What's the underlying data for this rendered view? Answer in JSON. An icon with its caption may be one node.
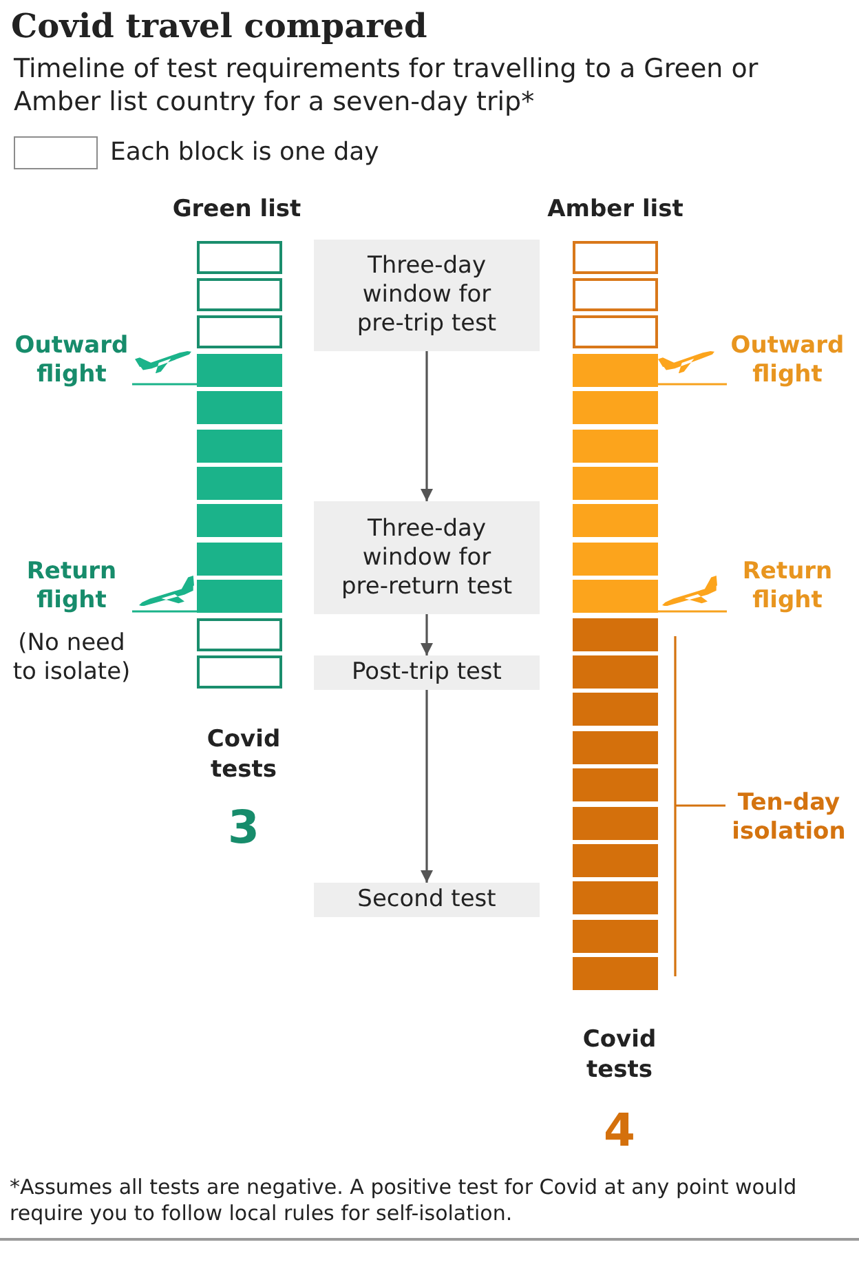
{
  "diagram": {
    "title": "Covid travel compared",
    "nodes": [
      {
        "text": [
          "Three-day window for pre-trip test"
        ]
      },
      {
        "text": [
          "Outward flight"
        ]
      },
      {
        "text": [
          "Outward flight"
        ]
      },
      {
        "text": [
          "Three-day window for pre-return test"
        ]
      },
      {
        "text": [
          "Return flight"
        ]
      },
      {
        "text": [
          "Return flight"
        ]
      },
      {
        "text": [
          "Post-trip test"
        ]
      },
      {
        "text": [
          "Second test"
        ]
      },
      {
        "text": [],
        "shape": "box"
      },
      {
        "text": [],
        "shape": "box"
      },
      {
        "text": [],
        "shape": "box"
      },
      {
        "text": [],
        "shape": "box"
      },
      {
        "text": [],
        "shape": "box"
      },
      {
        "text": [],
        "shape": "box"
      },
      {
        "text": [],
        "shape": "box"
      },
      {
        "text": [],
        "shape": "box"
      },
      {
        "text": [],
        "shape": "box"
      },
      {
        "text": [],
        "shape": "box"
      },
      {
        "text": [],
        "shape": "box"
      },
      {
        "text": [],
        "shape": "box"
      },
      {
        "text": [],
        "shape": "box"
      },
      {
        "text": [],
        "shape": "box"
      },
      {
        "text": [],
        "shape": "box"
      },
      {
        "text": [],
        "shape": "box"
      },
      {
        "text": [],
        "shape": "box"
      },
      {
        "text": [],
        "shape": "box"
      },
      {
        "text": [],
        "shape": "box"
      },
      {
        "text": [],
        "shape": "box"
      },
      {
        "text": [],
        "shape": "box"
      },
      {
        "text": [],
        "shape": "box"
      },
      {
        "text": [],
        "shape": "box"
      },
      {
        "text": [],
        "shape": "box"
      },
      {
        "text": [],
        "shape": "box"
      },
      {
        "text": [],
        "shape": "box"
      },
      {
        "text": [],
        "shape": "box"
      },
      {
        "text": [],
        "shape": "box"
      },
      {
        "text": [],
        "shape": "box"
      },
      {
        "text": [],
        "shape": "box"
      },
      {
        "text": [],
        "shape": "box"
      },
      {
        "text": [],
        "shape": "box"
      }
    ],
    "edges": [
      {
        "from": 0,
        "to": 3,
        "arrow": "to"
      },
      {
        "from": 3,
        "to": 6,
        "arrow": "to"
      },
      {
        "from": 6,
        "to": 7,
        "arrow": "to"
      },
      {
        "from": 1,
        "to": 11,
        "arrow": "none",
        "color": "#1bb38a"
      },
      {
        "from": 2,
        "to": 23,
        "arrow": "none",
        "color": "#f7a21e"
      },
      {
        "from": 4,
        "to": 17,
        "arrow": "none",
        "color": "#1bb38a"
      },
      {
        "from": 5,
        "to": 29,
        "arrow": "none",
        "color": "#f7a21e"
      }
    ],
    "labels": [
      "Timeline of test requirements for travelling to a Green or Amber list country for a seven-day trip*",
      "Green list",
      "Amber list",
      "(No need to isolate)",
      "Covid tests",
      "Ten-day isolation",
      "3",
      "Covid tests",
      "4",
      "*Assumes all tests are negative. A positive test for Covid at any point would require you to follow local rules for self-isolation."
    ],
    "legend": [
      {
        "text": "Each block is one day"
      }
    ]
  }
}
